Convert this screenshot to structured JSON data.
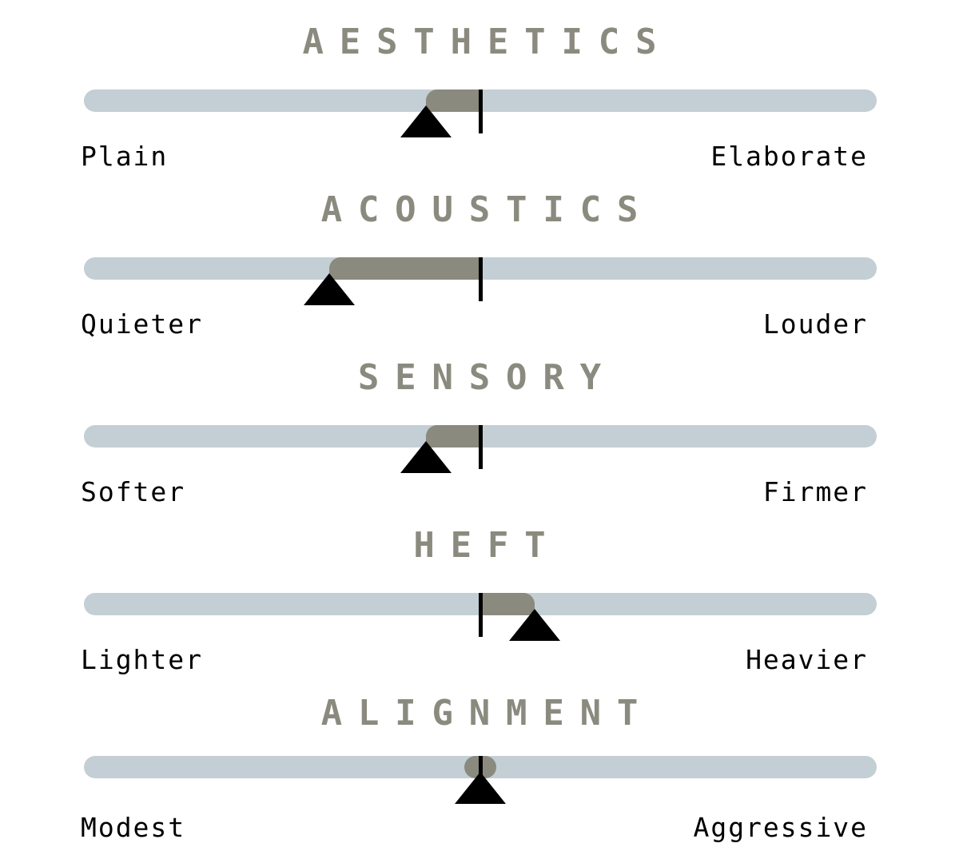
{
  "sliders": [
    {
      "title": "AESTHETICS",
      "left_label": "Plain",
      "right_label": "Elaborate",
      "value": -0.14
    },
    {
      "title": "ACOUSTICS",
      "left_label": "Quieter",
      "right_label": "Louder",
      "value": -0.39
    },
    {
      "title": "SENSORY",
      "left_label": "Softer",
      "right_label": "Firmer",
      "value": -0.14
    },
    {
      "title": "HEFT",
      "left_label": "Lighter",
      "right_label": "Heavier",
      "value": 0.14
    },
    {
      "title": "ALIGNMENT",
      "left_label": "Modest",
      "right_label": "Aggressive",
      "value": 0.0
    }
  ],
  "colors": {
    "title": "#8a8a7e",
    "track": "#c3cfd4",
    "fill": "#8a8a7e",
    "marker": "#000000",
    "label": "#000000"
  }
}
